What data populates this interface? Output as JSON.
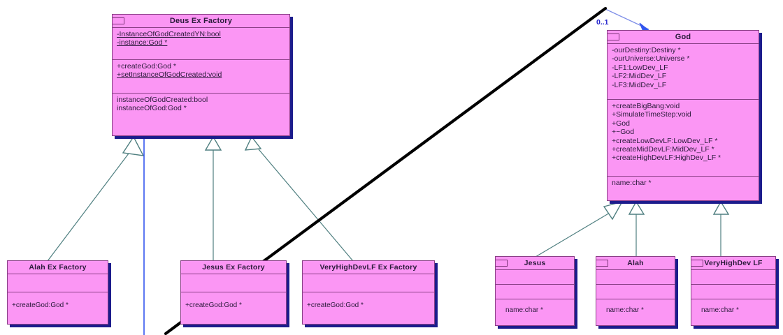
{
  "diagram": {
    "title": "Abstract Factory UML class diagram",
    "colors": {
      "class_fill": "#fb96f4",
      "class_border": "#8a3f86",
      "class_shadow": "#1c1c8c",
      "generalization_line": "#4f7f80",
      "association_line": "#3355ee",
      "multiplicity_text": "#2222cc",
      "freehand_line": "#000000",
      "background": "#ffffff"
    },
    "classes": [
      {
        "id": "deus-ex-factory",
        "name": "Deus Ex Factory",
        "attributes": [
          {
            "text": "-InstanceOfGodCreatedYN:bool",
            "static": true
          },
          {
            "text": "-instance:God *",
            "static": true
          }
        ],
        "operations": [
          {
            "text": "+createGod:God *",
            "static": false
          },
          {
            "text": "+setInstanceOfGodCreated:void",
            "static": true
          }
        ],
        "extra": [
          {
            "text": "instanceOfGodCreated:bool",
            "static": false
          },
          {
            "text": "instanceOfGod:God *",
            "static": false
          }
        ]
      },
      {
        "id": "god",
        "name": "God",
        "attributes": [
          {
            "text": "-ourDestiny:Destiny *",
            "static": false
          },
          {
            "text": "-ourUniverse:Universe *",
            "static": false
          },
          {
            "text": "-LF1:LowDev_LF",
            "static": false
          },
          {
            "text": "-LF2:MidDev_LF",
            "static": false
          },
          {
            "text": "-LF3:MidDev_LF",
            "static": false
          }
        ],
        "operations": [
          {
            "text": "+createBigBang:void",
            "static": false
          },
          {
            "text": "+SimulateTimeStep:void",
            "static": false
          },
          {
            "text": "+God",
            "static": false
          },
          {
            "text": "+~God",
            "static": false
          },
          {
            "text": "+createLowDevLF:LowDev_LF *",
            "static": false
          },
          {
            "text": "+createMidDevLF:MidDev_LF *",
            "static": false
          },
          {
            "text": "+createHighDevLF:HighDev_LF *",
            "static": false
          }
        ],
        "extra": [
          {
            "text": "name:char *",
            "static": false
          }
        ]
      },
      {
        "id": "alah-ex-factory",
        "name": "Alah Ex Factory",
        "attributes": [],
        "operations": [
          {
            "text": "+createGod:God *",
            "static": false
          }
        ]
      },
      {
        "id": "jesus-ex-factory",
        "name": "Jesus Ex Factory",
        "attributes": [],
        "operations": [
          {
            "text": "+createGod:God *",
            "static": false
          }
        ]
      },
      {
        "id": "veryhighdevlf-ex-factory",
        "name": "VeryHighDevLF Ex Factory",
        "attributes": [],
        "operations": [
          {
            "text": "+createGod:God *",
            "static": false
          }
        ]
      },
      {
        "id": "jesus",
        "name": "Jesus",
        "attributes": [],
        "operations": [],
        "extra": [
          {
            "text": "name:char *",
            "static": false
          }
        ]
      },
      {
        "id": "alah",
        "name": "Alah",
        "attributes": [],
        "operations": [],
        "extra": [
          {
            "text": "name:char *",
            "static": false
          }
        ]
      },
      {
        "id": "veryhighdev-lf",
        "name": "VeryHighDev LF",
        "attributes": [],
        "operations": [],
        "extra": [
          {
            "text": "name:char *",
            "static": false
          }
        ]
      }
    ],
    "labels": {
      "association_multiplicity": "0..1"
    },
    "relationships": [
      {
        "type": "generalization",
        "from": "alah-ex-factory",
        "to": "deus-ex-factory"
      },
      {
        "type": "generalization",
        "from": "jesus-ex-factory",
        "to": "deus-ex-factory"
      },
      {
        "type": "generalization",
        "from": "veryhighdevlf-ex-factory",
        "to": "deus-ex-factory"
      },
      {
        "type": "generalization",
        "from": "jesus",
        "to": "god"
      },
      {
        "type": "generalization",
        "from": "alah",
        "to": "god"
      },
      {
        "type": "generalization",
        "from": "veryhighdev-lf",
        "to": "god"
      },
      {
        "type": "association",
        "from": "deus-ex-factory",
        "to": "god",
        "multiplicity": "0..1"
      }
    ]
  }
}
